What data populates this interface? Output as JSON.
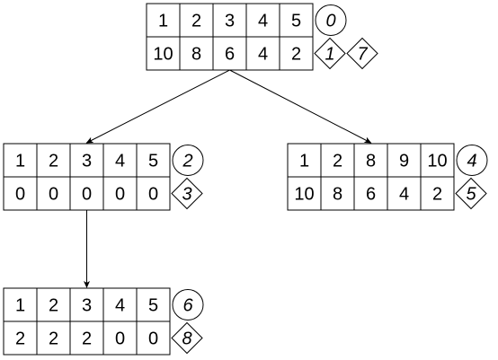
{
  "nodes": [
    {
      "id": "root",
      "top": [
        "1",
        "2",
        "3",
        "4",
        "5"
      ],
      "bottom": [
        "10",
        "8",
        "6",
        "4",
        "2"
      ],
      "circle_label": "0",
      "diamond_labels": [
        "1",
        "7"
      ]
    },
    {
      "id": "left",
      "top": [
        "1",
        "2",
        "3",
        "4",
        "5"
      ],
      "bottom": [
        "0",
        "0",
        "0",
        "0",
        "0"
      ],
      "circle_label": "2",
      "diamond_labels": [
        "3"
      ]
    },
    {
      "id": "right",
      "top": [
        "1",
        "2",
        "8",
        "9",
        "10"
      ],
      "bottom": [
        "10",
        "8",
        "6",
        "4",
        "2"
      ],
      "circle_label": "4",
      "diamond_labels": [
        "5"
      ]
    },
    {
      "id": "leftchild",
      "top": [
        "1",
        "2",
        "3",
        "4",
        "5"
      ],
      "bottom": [
        "2",
        "2",
        "2",
        "0",
        "0"
      ],
      "circle_label": "6",
      "diamond_labels": [
        "8"
      ]
    }
  ],
  "edges": [
    {
      "from": "root",
      "to": "left"
    },
    {
      "from": "root",
      "to": "right"
    },
    {
      "from": "left",
      "to": "leftchild"
    }
  ]
}
